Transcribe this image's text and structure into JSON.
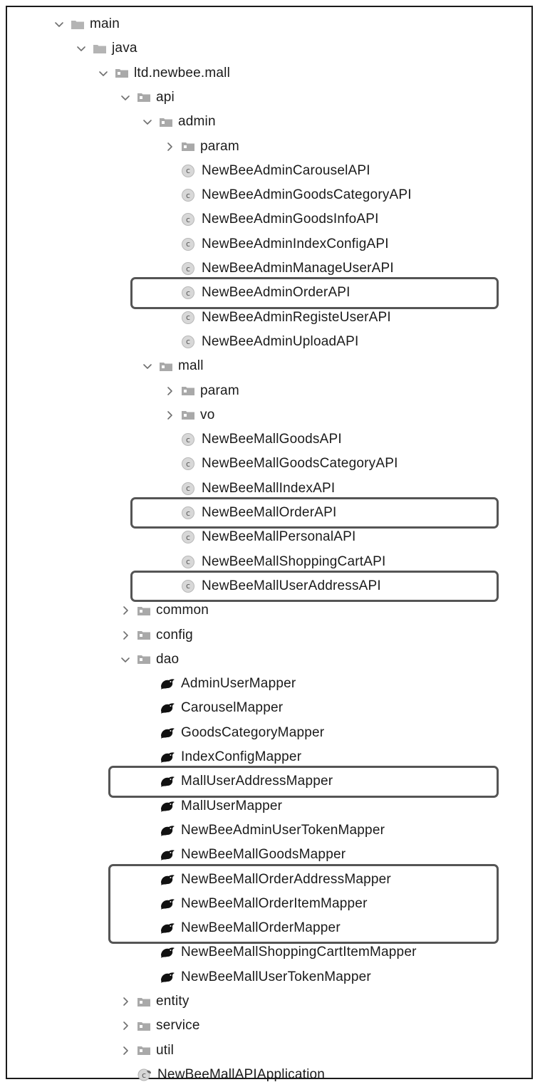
{
  "tree": [
    {
      "label": "main",
      "depth": 0,
      "arrow": "down",
      "icon": "folder-gray"
    },
    {
      "label": "java",
      "depth": 1,
      "arrow": "down",
      "icon": "folder-gray"
    },
    {
      "label": "ltd.newbee.mall",
      "depth": 2,
      "arrow": "down",
      "icon": "package"
    },
    {
      "label": "api",
      "depth": 3,
      "arrow": "down",
      "icon": "package"
    },
    {
      "label": "admin",
      "depth": 4,
      "arrow": "down",
      "icon": "package"
    },
    {
      "label": "param",
      "depth": 5,
      "arrow": "right",
      "icon": "package"
    },
    {
      "label": "NewBeeAdminCarouselAPI",
      "depth": 5,
      "arrow": "none",
      "icon": "class"
    },
    {
      "label": "NewBeeAdminGoodsCategoryAPI",
      "depth": 5,
      "arrow": "none",
      "icon": "class"
    },
    {
      "label": "NewBeeAdminGoodsInfoAPI",
      "depth": 5,
      "arrow": "none",
      "icon": "class"
    },
    {
      "label": "NewBeeAdminIndexConfigAPI",
      "depth": 5,
      "arrow": "none",
      "icon": "class"
    },
    {
      "label": "NewBeeAdminManageUserAPI",
      "depth": 5,
      "arrow": "none",
      "icon": "class"
    },
    {
      "label": "NewBeeAdminOrderAPI",
      "depth": 5,
      "arrow": "none",
      "icon": "class"
    },
    {
      "label": "NewBeeAdminRegisteUserAPI",
      "depth": 5,
      "arrow": "none",
      "icon": "class"
    },
    {
      "label": "NewBeeAdminUploadAPI",
      "depth": 5,
      "arrow": "none",
      "icon": "class"
    },
    {
      "label": "mall",
      "depth": 4,
      "arrow": "down",
      "icon": "package"
    },
    {
      "label": "param",
      "depth": 5,
      "arrow": "right",
      "icon": "package"
    },
    {
      "label": "vo",
      "depth": 5,
      "arrow": "right",
      "icon": "package"
    },
    {
      "label": "NewBeeMallGoodsAPI",
      "depth": 5,
      "arrow": "none",
      "icon": "class"
    },
    {
      "label": "NewBeeMallGoodsCategoryAPI",
      "depth": 5,
      "arrow": "none",
      "icon": "class"
    },
    {
      "label": "NewBeeMallIndexAPI",
      "depth": 5,
      "arrow": "none",
      "icon": "class"
    },
    {
      "label": "NewBeeMallOrderAPI",
      "depth": 5,
      "arrow": "none",
      "icon": "class"
    },
    {
      "label": "NewBeeMallPersonalAPI",
      "depth": 5,
      "arrow": "none",
      "icon": "class"
    },
    {
      "label": "NewBeeMallShoppingCartAPI",
      "depth": 5,
      "arrow": "none",
      "icon": "class"
    },
    {
      "label": "NewBeeMallUserAddressAPI",
      "depth": 5,
      "arrow": "none",
      "icon": "class"
    },
    {
      "label": "common",
      "depth": 3,
      "arrow": "right",
      "icon": "package"
    },
    {
      "label": "config",
      "depth": 3,
      "arrow": "right",
      "icon": "package"
    },
    {
      "label": "dao",
      "depth": 3,
      "arrow": "down",
      "icon": "package"
    },
    {
      "label": "AdminUserMapper",
      "depth": 4,
      "arrow": "none",
      "icon": "mybatis"
    },
    {
      "label": "CarouselMapper",
      "depth": 4,
      "arrow": "none",
      "icon": "mybatis"
    },
    {
      "label": "GoodsCategoryMapper",
      "depth": 4,
      "arrow": "none",
      "icon": "mybatis"
    },
    {
      "label": "IndexConfigMapper",
      "depth": 4,
      "arrow": "none",
      "icon": "mybatis"
    },
    {
      "label": "MallUserAddressMapper",
      "depth": 4,
      "arrow": "none",
      "icon": "mybatis"
    },
    {
      "label": "MallUserMapper",
      "depth": 4,
      "arrow": "none",
      "icon": "mybatis"
    },
    {
      "label": "NewBeeAdminUserTokenMapper",
      "depth": 4,
      "arrow": "none",
      "icon": "mybatis"
    },
    {
      "label": "NewBeeMallGoodsMapper",
      "depth": 4,
      "arrow": "none",
      "icon": "mybatis"
    },
    {
      "label": "NewBeeMallOrderAddressMapper",
      "depth": 4,
      "arrow": "none",
      "icon": "mybatis"
    },
    {
      "label": "NewBeeMallOrderItemMapper",
      "depth": 4,
      "arrow": "none",
      "icon": "mybatis"
    },
    {
      "label": "NewBeeMallOrderMapper",
      "depth": 4,
      "arrow": "none",
      "icon": "mybatis"
    },
    {
      "label": "NewBeeMallShoppingCartItemMapper",
      "depth": 4,
      "arrow": "none",
      "icon": "mybatis"
    },
    {
      "label": "NewBeeMallUserTokenMapper",
      "depth": 4,
      "arrow": "none",
      "icon": "mybatis"
    },
    {
      "label": "entity",
      "depth": 3,
      "arrow": "right",
      "icon": "package"
    },
    {
      "label": "service",
      "depth": 3,
      "arrow": "right",
      "icon": "package"
    },
    {
      "label": "util",
      "depth": 3,
      "arrow": "right",
      "icon": "package"
    },
    {
      "label": "NewBeeMallAPIApplication",
      "depth": 3,
      "arrow": "none",
      "icon": "springboot-app"
    }
  ],
  "highlights": [
    {
      "first": 11,
      "last": 11
    },
    {
      "first": 20,
      "last": 20
    },
    {
      "first": 23,
      "last": 23
    },
    {
      "first": 31,
      "last": 31
    },
    {
      "first": 35,
      "last": 37
    }
  ]
}
